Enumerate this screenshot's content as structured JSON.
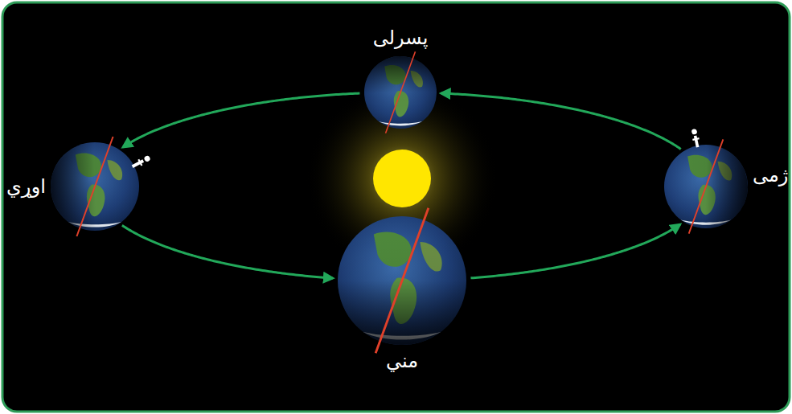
{
  "diagram": {
    "nodes": [
      {
        "text": [
          "پسرلی"
        ]
      },
      {
        "text": [
          "اوړي"
        ]
      },
      {
        "text": [
          "ژمی"
        ]
      },
      {
        "text": [
          "مني"
        ]
      }
    ],
    "edges": [
      {
        "from": 0,
        "to": 1,
        "arrow": "to"
      },
      {
        "from": 1,
        "to": 3,
        "arrow": "to"
      },
      {
        "from": 3,
        "to": 2,
        "arrow": "to"
      },
      {
        "from": 2,
        "to": 0,
        "arrow": "to"
      }
    ]
  }
}
